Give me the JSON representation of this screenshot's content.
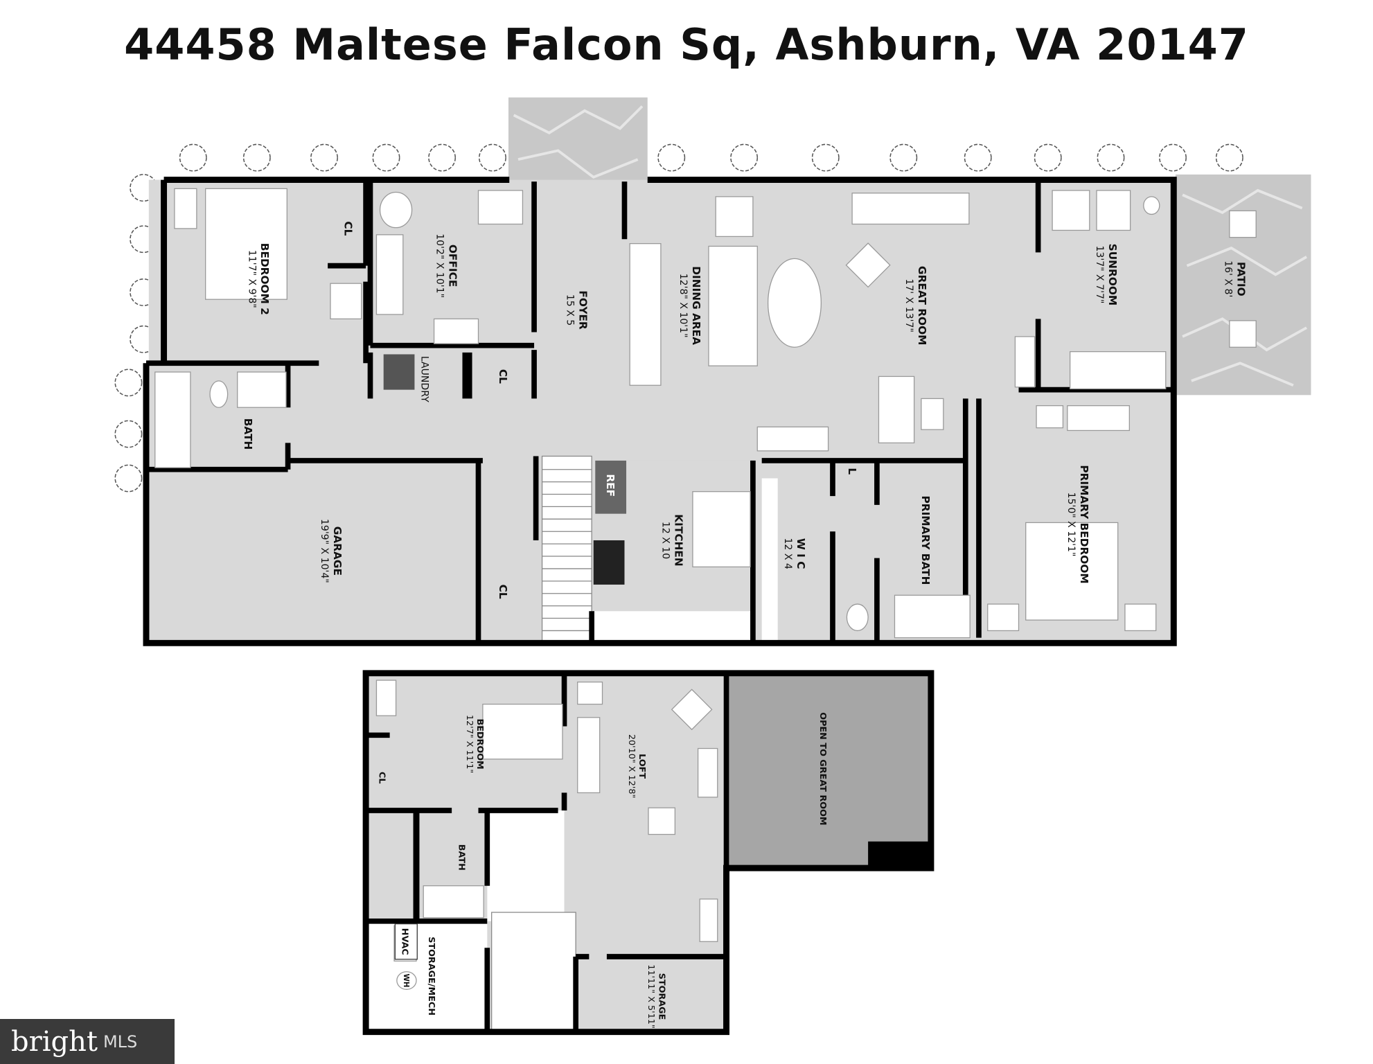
{
  "title": "44458 Maltese Falcon Sq, Ashburn, VA 20147",
  "colors": {
    "room_fill": "#d9d9d9",
    "walls": "#000000",
    "open_area": "#a6a6a6",
    "patio": "#c8c8c8"
  },
  "main_floor": {
    "bedroom2": {
      "name": "BEDROOM 2",
      "dims": "11'7\" X 9'8\""
    },
    "cl1": {
      "name": "CL"
    },
    "office": {
      "name": "OFFICE",
      "dims": "10'2\" X 10'1\""
    },
    "foyer": {
      "name": "FOYER",
      "dims": "15 X 5"
    },
    "laundry": {
      "name": "LAUNDRY"
    },
    "cl2": {
      "name": "CL"
    },
    "bath": {
      "name": "BATH"
    },
    "dining": {
      "name": "DINING AREA",
      "dims": "12'8\" X 10'1\""
    },
    "great": {
      "name": "GREAT ROOM",
      "dims": "17' X 13'7\""
    },
    "sunroom": {
      "name": "SUNROOM",
      "dims": "13'7\" X 7'7\""
    },
    "patio": {
      "name": "PATIO",
      "dims": "16' X 8'"
    },
    "primary_bedroom": {
      "name": "PRIMARY BEDROOM",
      "dims": "15'0\" X 12'1\""
    },
    "primary_bath": {
      "name": "PRIMARY BATH"
    },
    "linen": {
      "name": "L"
    },
    "wic": {
      "name": "W I C",
      "dims": "12 X 4"
    },
    "kitchen": {
      "name": "KITCHEN",
      "dims": "12 X 10"
    },
    "ref": {
      "name": "REF"
    },
    "garage": {
      "name": "GARAGE",
      "dims": "19'9\" X 10'4\""
    },
    "cl3": {
      "name": "CL"
    }
  },
  "upper_floor": {
    "bedroom": {
      "name": "BEDROOM",
      "dims": "12'7\" X 11'1\""
    },
    "cl": {
      "name": "CL"
    },
    "loft": {
      "name": "LOFT",
      "dims": "20'10\" X 12'8\""
    },
    "bath": {
      "name": "BATH"
    },
    "storage_mech": {
      "name": "STORAGE/MECH"
    },
    "hvac": {
      "name": "HVAC"
    },
    "wh": {
      "name": "WH"
    },
    "storage": {
      "name": "STORAGE",
      "dims": "11'11\" X 5'11\""
    },
    "open": {
      "name": "OPEN TO GREAT ROOM"
    }
  },
  "logo": {
    "brand": "bright",
    "suffix": "MLS"
  }
}
